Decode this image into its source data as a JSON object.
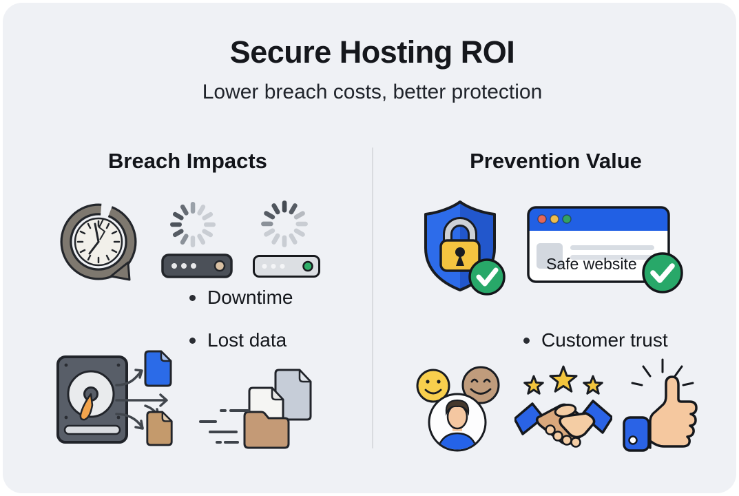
{
  "header": {
    "title": "Secure Hosting ROI",
    "subtitle": "Lower breach costs, better protection"
  },
  "left_column": {
    "heading": "Breach Impacts",
    "bullets": [
      {
        "label": "Downtime"
      },
      {
        "label": "Lost data"
      }
    ],
    "icons": [
      "broken-clock-icon",
      "loading-spinner-icon",
      "server-offline-icon",
      "loading-spinner-icon",
      "server-online-icon",
      "hard-drive-icon",
      "document-blue-icon",
      "document-tan-icon",
      "data-flow-arrows-icon",
      "flying-documents-icon"
    ]
  },
  "right_column": {
    "heading": "Prevention Value",
    "bullets": [
      {
        "label": "Customer trust"
      }
    ],
    "browser": {
      "label": "Safe website"
    },
    "icons": [
      "shield-lock-check-icon",
      "safe-browser-icon",
      "check-badge-icon",
      "happy-customers-icon",
      "handshake-stars-icon",
      "thumbs-up-icon"
    ]
  },
  "colors": {
    "card_background": "#eff1f5",
    "outer_background": "#ffffff",
    "text_primary": "#15171c",
    "divider": "#d9dbdf",
    "brand_blue": "#2d6cea",
    "success_green": "#28a869",
    "lock_yellow": "#f4c440",
    "tan": "#c49a76",
    "skin": "#f4c7a1",
    "server_dark": "#4b5058",
    "server_light": "#dcdfe3",
    "outline_dark": "#191c21"
  }
}
